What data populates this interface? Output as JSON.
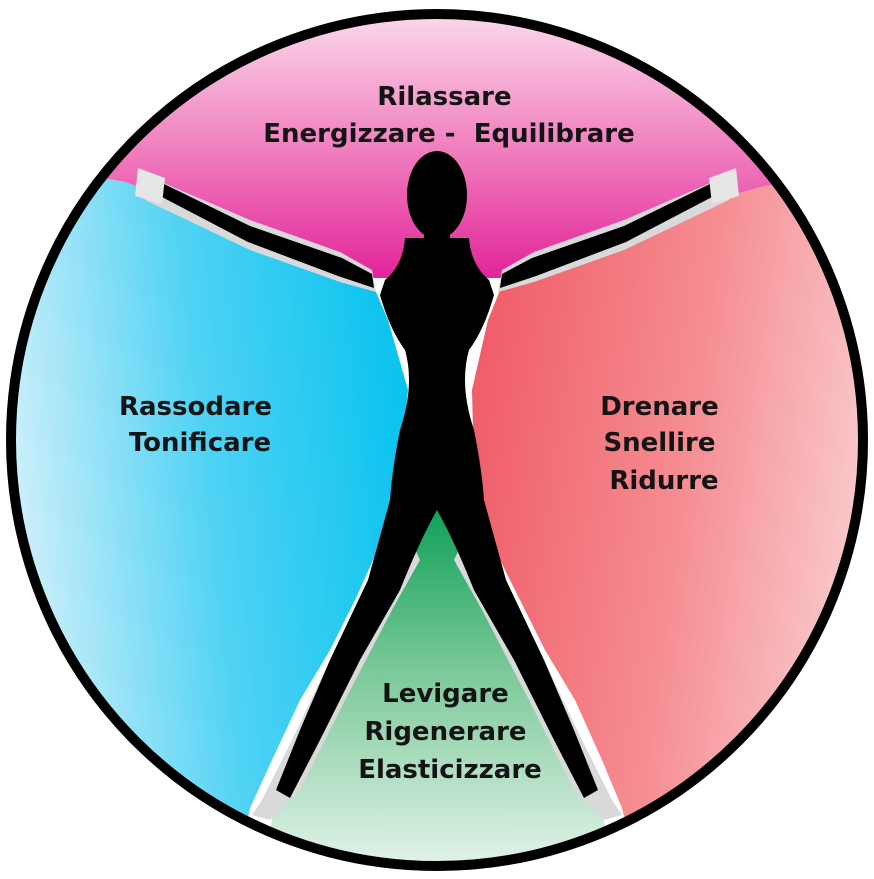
{
  "sections": {
    "top": {
      "lines": [
        "Rilassare",
        "Energizzare -  Equilibrare"
      ],
      "color": "#e83d9c"
    },
    "left": {
      "lines": [
        "Rassodare",
        "Tonificare"
      ],
      "color": "#00c3ee"
    },
    "right": {
      "lines": [
        "Drenare",
        "Snellire",
        "Ridurre"
      ],
      "color": "#f0636c"
    },
    "bottom": {
      "lines": [
        "Levigare",
        "Rigenerare",
        "Elasticizzare"
      ],
      "color": "#1ea35f"
    }
  }
}
